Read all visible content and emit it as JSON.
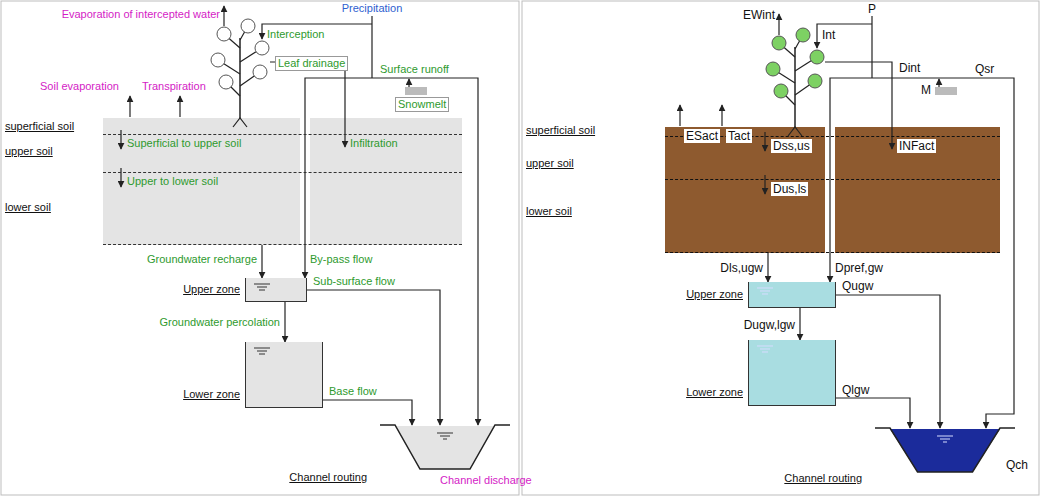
{
  "diagram": {
    "nodes": [
      {
        "text": [
          "superficial soil"
        ]
      },
      {
        "text": [
          "upper soil"
        ]
      },
      {
        "text": [
          "lower soil"
        ]
      },
      {
        "text": [
          "Upper zone"
        ]
      },
      {
        "text": [
          "Lower zone"
        ]
      },
      {
        "text": [
          "Channel routing"
        ]
      },
      {
        "text": [
          "superficial soil"
        ]
      },
      {
        "text": [
          "upper soil"
        ]
      },
      {
        "text": [
          "lower soil"
        ]
      },
      {
        "text": [
          "Upper zone"
        ]
      },
      {
        "text": [
          "Lower zone"
        ]
      },
      {
        "text": [
          "Channel routing"
        ]
      }
    ],
    "edges": [
      {
        "from": 0,
        "to": 1,
        "arrow": "to",
        "label": "Superficial to upper soil"
      },
      {
        "from": 1,
        "to": 2,
        "arrow": "to",
        "label": "Upper to lower soil"
      },
      {
        "from": 2,
        "to": 3,
        "arrow": "to",
        "label": "Groundwater recharge"
      },
      {
        "from": 0,
        "to": 3,
        "arrow": "to",
        "label": "By-pass flow"
      },
      {
        "from": 3,
        "to": 4,
        "arrow": "to",
        "label": "Groundwater percolation"
      },
      {
        "from": 3,
        "to": 5,
        "arrow": "to",
        "label": "Sub-surface flow"
      },
      {
        "from": 4,
        "to": 5,
        "arrow": "to",
        "label": "Base flow"
      },
      {
        "from": 6,
        "to": 7,
        "arrow": "to",
        "label": "Dss,us"
      },
      {
        "from": 7,
        "to": 8,
        "arrow": "to",
        "label": "Dus,ls"
      },
      {
        "from": 8,
        "to": 9,
        "arrow": "to",
        "label": "Dls,ugw"
      },
      {
        "from": 6,
        "to": 9,
        "arrow": "to",
        "label": "Dpref,gw"
      },
      {
        "from": 9,
        "to": 10,
        "arrow": "to",
        "label": "Dugw,lgw"
      },
      {
        "from": 9,
        "to": 11,
        "arrow": "to",
        "label": "Qugw"
      },
      {
        "from": 10,
        "to": 11,
        "arrow": "to",
        "label": "Qlgw"
      }
    ],
    "labels": [
      "Precipitation",
      "Evaporation of intercepted water",
      "Interception",
      "Leaf drainage",
      "Soil evaporation",
      "Transpiration",
      "Surface runoff",
      "Snowmelt",
      "Infiltration",
      "Channel discharge",
      "EWint",
      "P",
      "Int",
      "Dint",
      "M",
      "Qsr",
      "ESact",
      "Tact",
      "INFact",
      "Qch"
    ]
  }
}
